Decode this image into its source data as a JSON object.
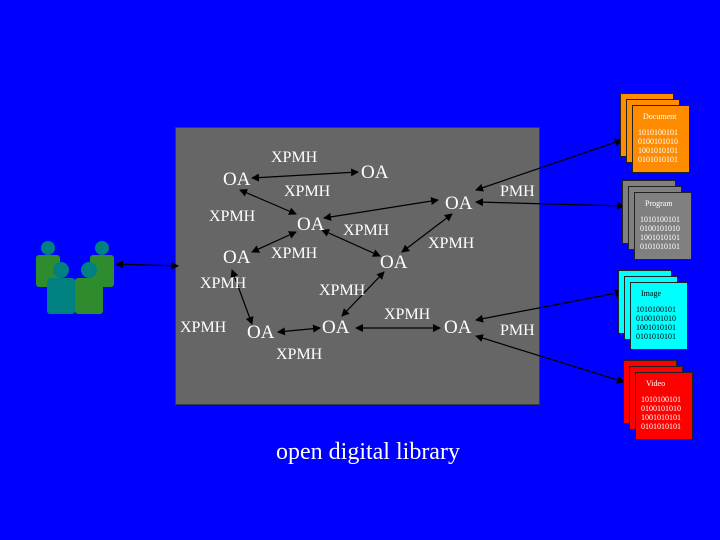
{
  "diagram": {
    "caption": "open digital library",
    "nodes": {
      "oa_1": "OA",
      "oa_2": "OA",
      "oa_3": "OA",
      "oa_4": "OA",
      "oa_5": "OA",
      "oa_6": "OA",
      "oa_7": "OA",
      "oa_8": "OA",
      "oa_9": "OA"
    },
    "edges": {
      "xpmh_1": "XPMH",
      "xpmh_2": "XPMH",
      "xpmh_3": "XPMH",
      "xpmh_4": "XPMH",
      "xpmh_5": "XPMH",
      "xpmh_6": "XPMH",
      "xpmh_7": "XPMH",
      "xpmh_8": "XPMH",
      "xpmh_9": "XPMH",
      "xpmh_10": "XPMH",
      "xpmh_11": "XPMH",
      "pmh_1": "PMH",
      "pmh_2": "PMH"
    },
    "sources": [
      {
        "label": "Document",
        "color": "#ff8c00",
        "bits": [
          "1010100101",
          "0100101010",
          "1001010101",
          "0101010101"
        ]
      },
      {
        "label": "Program",
        "color": "#808080",
        "bits": [
          "1010100101",
          "0100101010",
          "1001010101",
          "0101010101"
        ]
      },
      {
        "label": "Image",
        "color": "#00ffff",
        "bits": [
          "1010100101",
          "0100101010",
          "1001010101",
          "0101010101"
        ]
      },
      {
        "label": "Video",
        "color": "#ff0000",
        "bits": [
          "1010100101",
          "0100101010",
          "1001010101",
          "0101010101"
        ]
      }
    ],
    "colors": {
      "background": "#0000ff",
      "library": "#666666"
    }
  }
}
